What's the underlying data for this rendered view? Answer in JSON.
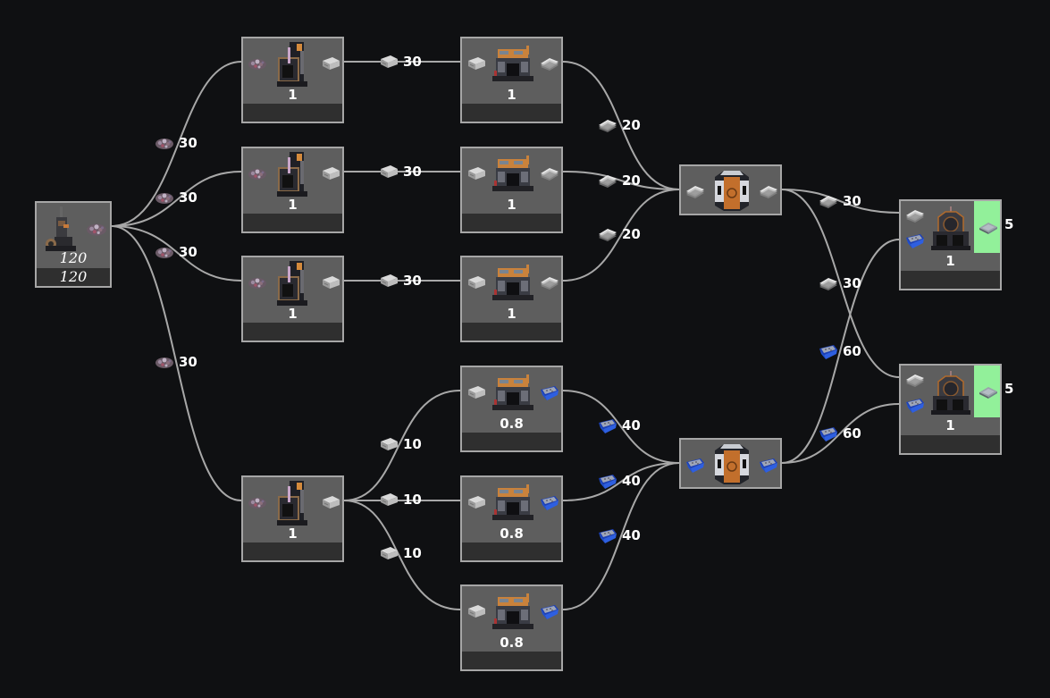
{
  "diagram": {
    "title": "Production chain graph",
    "colors": {
      "background": "#0f1012",
      "node_body": "#5e5e5e",
      "node_border": "#a6a6a6",
      "node_footer": "#2f2f2f",
      "edge": "#a8a8a8",
      "output_highlight": "#92f09a"
    },
    "nodes": [
      {
        "id": "miner",
        "machine": "mining-drill-icon",
        "outputs": [
          "ore-icon"
        ],
        "rate_top": "120",
        "rate_bottom": "120"
      },
      {
        "id": "smelter-1",
        "machine": "furnace-icon",
        "inputs": [
          "ore-icon"
        ],
        "outputs": [
          "ingot-icon"
        ],
        "count": "1"
      },
      {
        "id": "smelter-2",
        "machine": "furnace-icon",
        "inputs": [
          "ore-icon"
        ],
        "outputs": [
          "ingot-icon"
        ],
        "count": "1"
      },
      {
        "id": "smelter-3",
        "machine": "furnace-icon",
        "inputs": [
          "ore-icon"
        ],
        "outputs": [
          "ingot-icon"
        ],
        "count": "1"
      },
      {
        "id": "smelter-4",
        "machine": "furnace-icon",
        "inputs": [
          "ore-icon"
        ],
        "outputs": [
          "ingot-icon"
        ],
        "count": "1"
      },
      {
        "id": "press-1",
        "machine": "constructor-icon",
        "inputs": [
          "ingot-icon"
        ],
        "outputs": [
          "plate-icon"
        ],
        "count": "1"
      },
      {
        "id": "press-2",
        "machine": "constructor-icon",
        "inputs": [
          "ingot-icon"
        ],
        "outputs": [
          "plate-icon"
        ],
        "count": "1"
      },
      {
        "id": "press-3",
        "machine": "constructor-icon",
        "inputs": [
          "ingot-icon"
        ],
        "outputs": [
          "plate-icon"
        ],
        "count": "1"
      },
      {
        "id": "press-4",
        "machine": "constructor-icon",
        "inputs": [
          "ingot-icon"
        ],
        "outputs": [
          "blue-crate-icon"
        ],
        "count": "0.8"
      },
      {
        "id": "press-5",
        "machine": "constructor-icon",
        "inputs": [
          "ingot-icon"
        ],
        "outputs": [
          "blue-crate-icon"
        ],
        "count": "0.8"
      },
      {
        "id": "press-6",
        "machine": "constructor-icon",
        "inputs": [
          "ingot-icon"
        ],
        "outputs": [
          "blue-crate-icon"
        ],
        "count": "0.8"
      },
      {
        "id": "merger-plates",
        "machine": "storage-container-icon",
        "inputs": [
          "plate-icon"
        ],
        "outputs": [
          "plate-icon"
        ]
      },
      {
        "id": "merger-crates",
        "machine": "storage-container-icon",
        "inputs": [
          "blue-crate-icon"
        ],
        "outputs": [
          "blue-crate-icon"
        ]
      },
      {
        "id": "assembler-1",
        "machine": "assembler-icon",
        "inputs": [
          "plate-icon",
          "blue-crate-icon"
        ],
        "outputs": [
          "panel-icon"
        ],
        "count": "1",
        "output_rate": "5"
      },
      {
        "id": "assembler-2",
        "machine": "assembler-icon",
        "inputs": [
          "plate-icon",
          "blue-crate-icon"
        ],
        "outputs": [
          "panel-icon"
        ],
        "count": "1",
        "output_rate": "5"
      }
    ],
    "edges": [
      {
        "from": "miner",
        "to": "smelter-1",
        "item": "ore-icon",
        "rate": "30"
      },
      {
        "from": "miner",
        "to": "smelter-2",
        "item": "ore-icon",
        "rate": "30"
      },
      {
        "from": "miner",
        "to": "smelter-3",
        "item": "ore-icon",
        "rate": "30"
      },
      {
        "from": "miner",
        "to": "smelter-4",
        "item": "ore-icon",
        "rate": "30"
      },
      {
        "from": "smelter-1",
        "to": "press-1",
        "item": "ingot-icon",
        "rate": "30"
      },
      {
        "from": "smelter-2",
        "to": "press-2",
        "item": "ingot-icon",
        "rate": "30"
      },
      {
        "from": "smelter-3",
        "to": "press-3",
        "item": "ingot-icon",
        "rate": "30"
      },
      {
        "from": "smelter-4",
        "to": "press-4",
        "item": "ingot-icon",
        "rate": "10"
      },
      {
        "from": "smelter-4",
        "to": "press-5",
        "item": "ingot-icon",
        "rate": "10"
      },
      {
        "from": "smelter-4",
        "to": "press-6",
        "item": "ingot-icon",
        "rate": "10"
      },
      {
        "from": "press-1",
        "to": "merger-plates",
        "item": "plate-icon",
        "rate": "20"
      },
      {
        "from": "press-2",
        "to": "merger-plates",
        "item": "plate-icon",
        "rate": "20"
      },
      {
        "from": "press-3",
        "to": "merger-plates",
        "item": "plate-icon",
        "rate": "20"
      },
      {
        "from": "press-4",
        "to": "merger-crates",
        "item": "blue-crate-icon",
        "rate": "40"
      },
      {
        "from": "press-5",
        "to": "merger-crates",
        "item": "blue-crate-icon",
        "rate": "40"
      },
      {
        "from": "press-6",
        "to": "merger-crates",
        "item": "blue-crate-icon",
        "rate": "40"
      },
      {
        "from": "merger-plates",
        "to": "assembler-1",
        "item": "plate-icon",
        "rate": "30"
      },
      {
        "from": "merger-plates",
        "to": "assembler-2",
        "item": "plate-icon",
        "rate": "30"
      },
      {
        "from": "merger-crates",
        "to": "assembler-1",
        "item": "blue-crate-icon",
        "rate": "60"
      },
      {
        "from": "merger-crates",
        "to": "assembler-2",
        "item": "blue-crate-icon",
        "rate": "60"
      }
    ]
  }
}
